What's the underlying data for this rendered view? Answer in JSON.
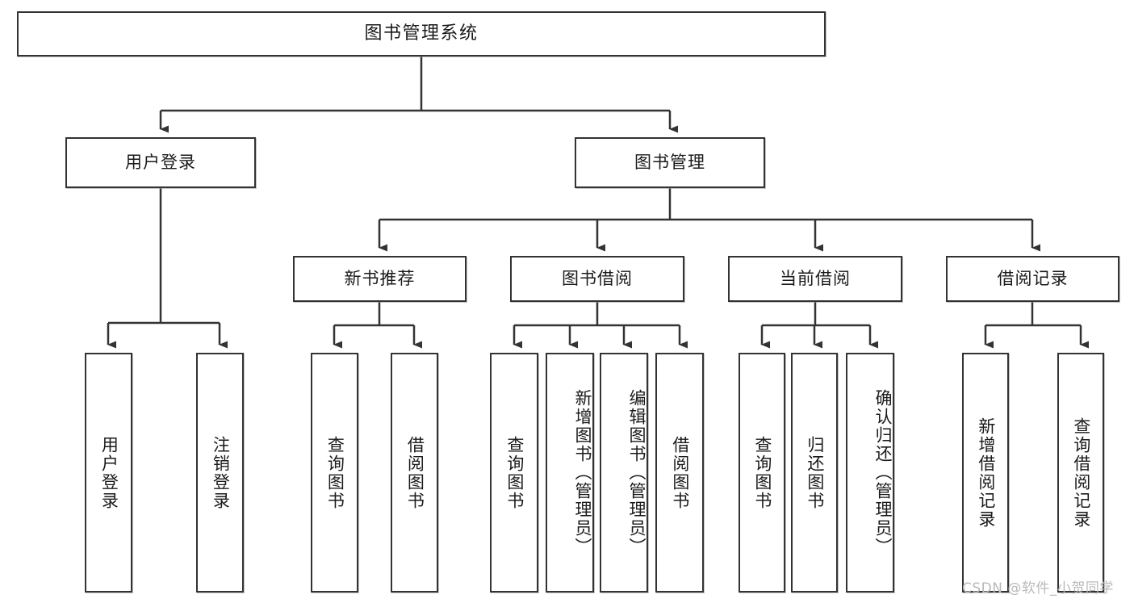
{
  "diagram": {
    "title": "图书管理系统",
    "type": "hierarchy-tree",
    "watermark": "CSDN @软件_小贺同学",
    "colors": {
      "box_border": "#333333",
      "box_fill": "#ffffff",
      "connector": "#333333",
      "text": "#1a1a1a",
      "watermark": "#b9b9b9"
    },
    "levels": {
      "level1": [
        {
          "id": "root",
          "label": "图书管理系统"
        }
      ],
      "level2": [
        {
          "id": "user-login",
          "label": "用户登录"
        },
        {
          "id": "book-manage",
          "label": "图书管理"
        }
      ],
      "level3": [
        {
          "id": "new-book-rec",
          "label": "新书推荐"
        },
        {
          "id": "book-borrow",
          "label": "图书借阅"
        },
        {
          "id": "current-borrow",
          "label": "当前借阅"
        },
        {
          "id": "borrow-record",
          "label": "借阅记录"
        }
      ],
      "leaves": {
        "user-login": [
          {
            "id": "leaf-user-login",
            "label": "用户登录"
          },
          {
            "id": "leaf-logout",
            "label": "注销登录"
          }
        ],
        "new-book-rec": [
          {
            "id": "leaf-query-book-1",
            "label": "查询图书"
          },
          {
            "id": "leaf-borrow-book-1",
            "label": "借阅图书"
          }
        ],
        "book-borrow": [
          {
            "id": "leaf-query-book-2",
            "label": "查询图书"
          },
          {
            "id": "leaf-add-book",
            "label": "新增图书（管理员）"
          },
          {
            "id": "leaf-edit-book",
            "label": "编辑图书（管理员）"
          },
          {
            "id": "leaf-borrow-book-2",
            "label": "借阅图书"
          }
        ],
        "current-borrow": [
          {
            "id": "leaf-query-book-3",
            "label": "查询图书"
          },
          {
            "id": "leaf-return-book",
            "label": "归还图书"
          },
          {
            "id": "leaf-confirm-return",
            "label": "确认归还（管理员）"
          }
        ],
        "borrow-record": [
          {
            "id": "leaf-add-record",
            "label": "新增借阅记录"
          },
          {
            "id": "leaf-query-record",
            "label": "查询借阅记录"
          }
        ]
      }
    }
  }
}
